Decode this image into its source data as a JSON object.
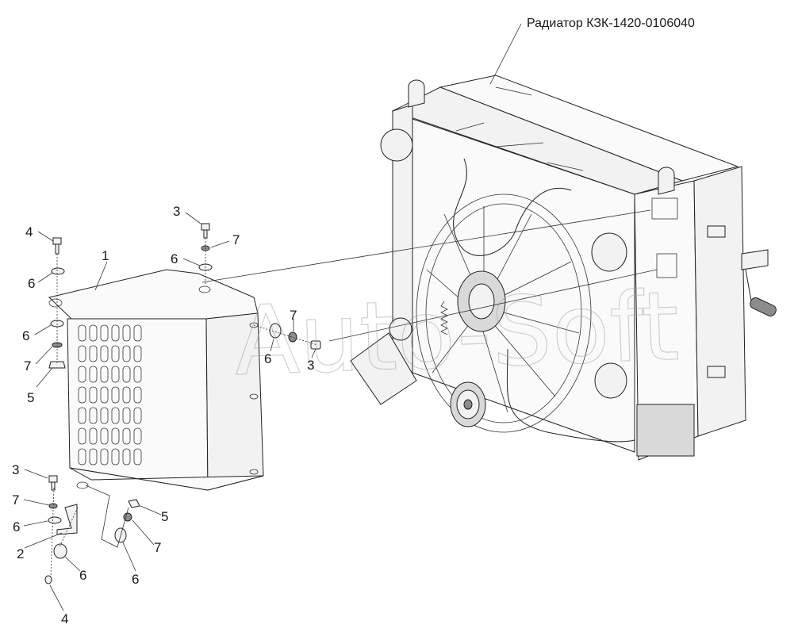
{
  "title_label": "Радиатор КЗК-1420-0106040",
  "watermark": "Auto-Soft",
  "callouts": {
    "c1": "1",
    "c2": "2",
    "c3a": "3",
    "c3b": "3",
    "c3c": "3",
    "c4a": "4",
    "c4b": "4",
    "c5a": "5",
    "c5b": "5",
    "c6a": "6",
    "c6b": "6",
    "c6c": "6",
    "c6d": "6",
    "c6e": "6",
    "c6f": "6",
    "c6g": "6",
    "c7a": "7",
    "c7b": "7",
    "c7c": "7",
    "c7d": "7",
    "c7e": "7"
  },
  "colors": {
    "line": "#222222",
    "fill": "#f2f2f2",
    "shade": "#d9d9d9",
    "watermark": "#9a9a9a"
  }
}
